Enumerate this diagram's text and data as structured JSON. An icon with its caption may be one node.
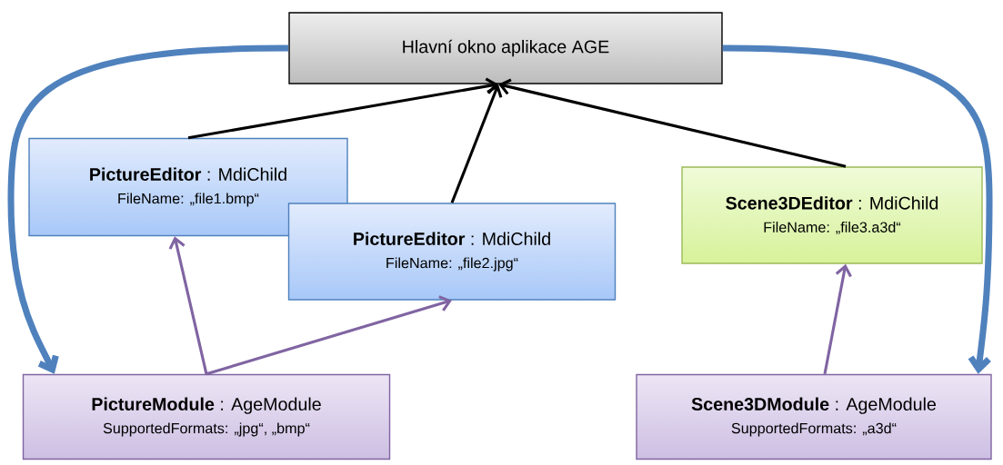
{
  "diagram": {
    "nodes": [
      {
        "text": [
          "Hlavní okno aplikace AGE"
        ]
      },
      {
        "text": [
          "**PictureEditor** : MdiChild",
          "FileName: „file1.bmp“"
        ]
      },
      {
        "text": [
          "**PictureEditor** : MdiChild",
          "FileName: „file2.jpg“"
        ]
      },
      {
        "text": [
          "**Scene3DEditor** : MdiChild",
          "FileName: „file3.a3d“"
        ]
      },
      {
        "text": [
          "**PictureModule** : AgeModule",
          "SupportedFormats: „jpg“, „bmp“"
        ]
      },
      {
        "text": [
          "**Scene3DModule** : AgeModule",
          "SupportedFormats: „a3d“"
        ]
      }
    ],
    "edges": [
      {
        "from": 1,
        "to": 0,
        "arrow": "to"
      },
      {
        "from": 2,
        "to": 0,
        "arrow": "to"
      },
      {
        "from": 3,
        "to": 0,
        "arrow": "to"
      },
      {
        "from": 4,
        "to": 1,
        "arrow": "to",
        "color": "#8064a2"
      },
      {
        "from": 4,
        "to": 2,
        "arrow": "to",
        "color": "#8064a2"
      },
      {
        "from": 5,
        "to": 3,
        "arrow": "to",
        "color": "#8064a2"
      },
      {
        "from": 0,
        "to": 4,
        "arrow": "to",
        "style": "thick",
        "color": "#4f81bd"
      },
      {
        "from": 0,
        "to": 5,
        "arrow": "to",
        "style": "thick",
        "color": "#4f81bd"
      }
    ]
  }
}
